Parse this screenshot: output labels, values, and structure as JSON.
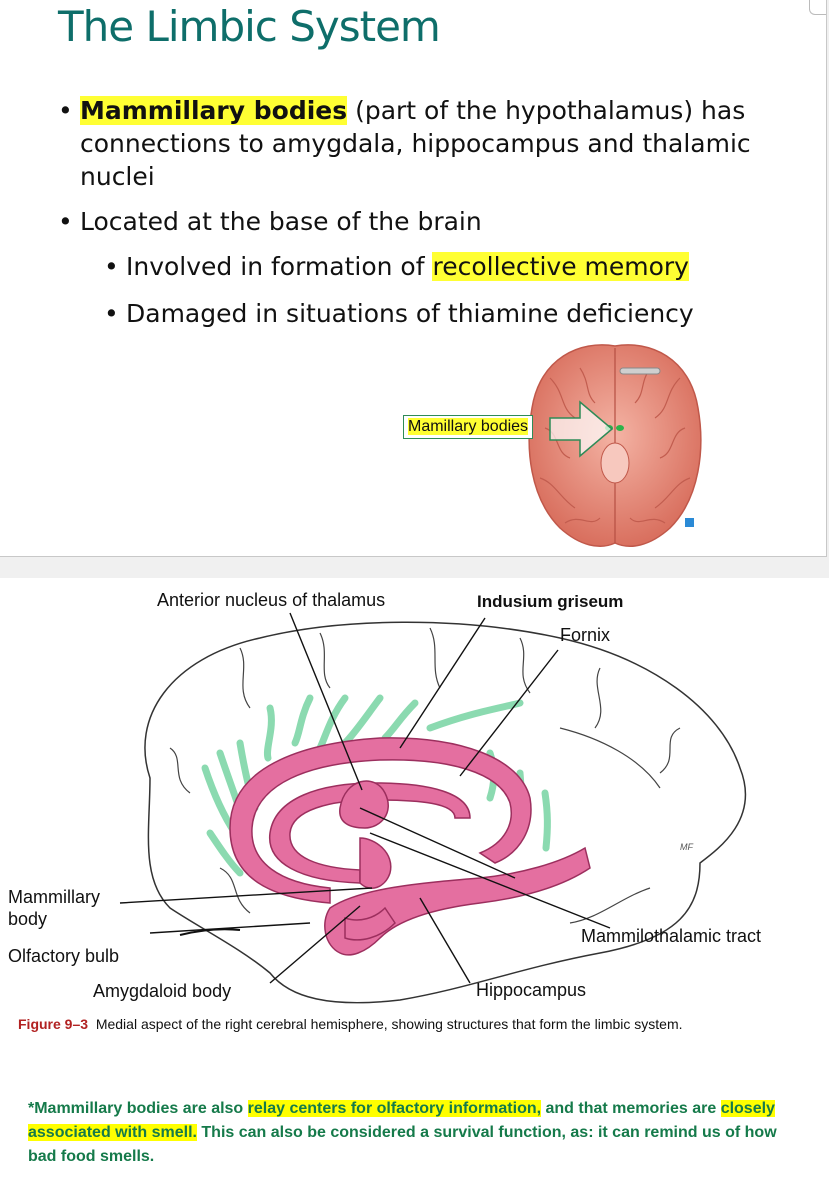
{
  "slide": {
    "title": "The Limbic System",
    "bullet1_highlight": "Mammillary bodies",
    "bullet1_rest": " (part of the hypothalamus) has connections to amygdala, hippocampus and thalamic nuclei",
    "bullet2": "Located at the base of the brain",
    "sub1_before": "Involved in formation of ",
    "sub1_highlight": "recollective memory",
    "sub2": "Damaged in situations of thiamine deficiency",
    "callout": "Mamillary bodies"
  },
  "figure": {
    "labels": {
      "anterior_nucleus": "Anterior nucleus of thalamus",
      "indusium_griseum": "Indusium griseum",
      "fornix": "Fornix",
      "mammillary_body_1": "Mammillary",
      "mammillary_body_2": "body",
      "olfactory_bulb": "Olfactory bulb",
      "mammilothalamic_tract": "Mammilothalamic tract",
      "amygdaloid_body": "Amygdaloid body",
      "hippocampus": "Hippocampus"
    },
    "caption_fig": "Figure 9–3",
    "caption_text": "Medial aspect of the right cerebral hemisphere, showing structures that form the limbic system.",
    "artist_mark": "MF"
  },
  "note": {
    "t1": "*Mammillary bodies are also ",
    "h1": "relay centers for olfactory information,",
    "t2": " and that memories are ",
    "h2": "closely associated with smell.",
    "t3": "  This can also be considered a survival function, as:  it can remind us of how bad food smells."
  },
  "colors": {
    "title": "#0e6e6a",
    "highlight": "#ffff33",
    "limbic_pink": "#e46fa0",
    "green_marker": "#7fd6a8",
    "note_text": "#157a4a"
  }
}
